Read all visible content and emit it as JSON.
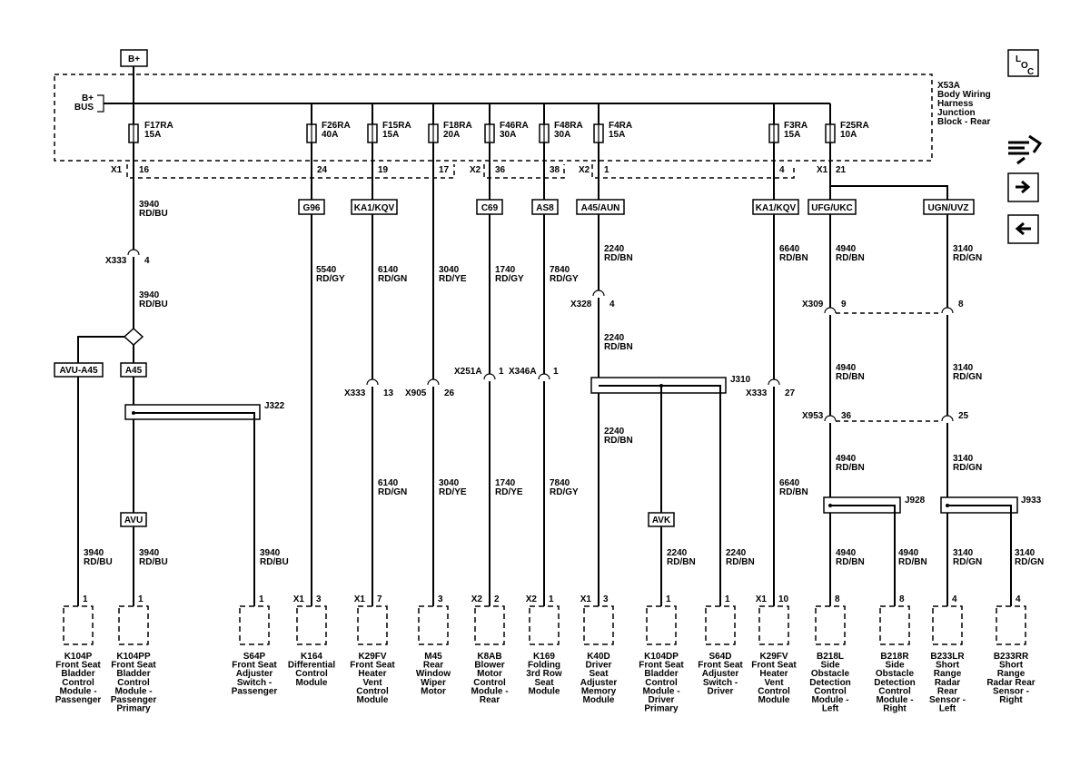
{
  "supply": "B+",
  "bus_label": [
    "B+",
    "BUS"
  ],
  "junction_block": [
    "X53A",
    "Body Wiring",
    "Harness",
    "Junction",
    "Block - Rear"
  ],
  "loc_icon": {
    "l": "L",
    "o": "O",
    "c": "C"
  },
  "nav_icons": [
    "harness-tool-icon",
    "arrow-right-icon",
    "arrow-left-icon"
  ],
  "fuses": [
    {
      "name": "F17RA",
      "amp": "15A"
    },
    {
      "name": "F26RA",
      "amp": "40A"
    },
    {
      "name": "F15RA",
      "amp": "15A"
    },
    {
      "name": "F18RA",
      "amp": "20A"
    },
    {
      "name": "F46RA",
      "amp": "30A"
    },
    {
      "name": "F48RA",
      "amp": "30A"
    },
    {
      "name": "F4RA",
      "amp": "15A"
    },
    {
      "name": "F3RA",
      "amp": "15A"
    },
    {
      "name": "F25RA",
      "amp": "10A"
    }
  ],
  "connector_pins": [
    {
      "conn": "X1",
      "pin": "16"
    },
    {
      "pin": "24"
    },
    {
      "pin": "19"
    },
    {
      "pin": "17"
    },
    {
      "conn": "X2",
      "pin": "36"
    },
    {
      "pin": "38"
    },
    {
      "conn": "X2",
      "pin": "1"
    },
    {
      "pin": "4"
    },
    {
      "conn": "X1",
      "pin": "21"
    }
  ],
  "options": [
    "G96",
    "KA1/KQV",
    "C69",
    "AS8",
    "A45/AUN",
    "KA1/KQV",
    "UFG/UKC",
    "UGN/UVZ",
    "AVU-A45",
    "A45",
    "AVU",
    "AVK"
  ],
  "inline_connectors": [
    {
      "name": "X333",
      "pin": "4"
    },
    {
      "name": "X328",
      "pin": "4"
    },
    {
      "name": "X309",
      "pin": "9"
    },
    {
      "pin": "8"
    },
    {
      "name": "X251A",
      "pin": "1"
    },
    {
      "name": "X346A",
      "pin": "1"
    },
    {
      "name": "X333",
      "pin": "13"
    },
    {
      "name": "X905",
      "pin": "26"
    },
    {
      "name": "X333",
      "pin": "27"
    },
    {
      "name": "X953",
      "pin": "36"
    },
    {
      "pin": "25"
    }
  ],
  "splices": [
    "J322",
    "J310",
    "J928",
    "J933"
  ],
  "wires": [
    {
      "circuit": "3940",
      "color": "RD/BU"
    },
    {
      "circuit": "3940",
      "color": "RD/BU"
    },
    {
      "circuit": "5540",
      "color": "RD/GY"
    },
    {
      "circuit": "6140",
      "color": "RD/GN"
    },
    {
      "circuit": "3040",
      "color": "RD/YE"
    },
    {
      "circuit": "1740",
      "color": "RD/GY"
    },
    {
      "circuit": "7840",
      "color": "RD/GY"
    },
    {
      "circuit": "2240",
      "color": "RD/BN"
    },
    {
      "circuit": "2240",
      "color": "RD/BN"
    },
    {
      "circuit": "6640",
      "color": "RD/BN"
    },
    {
      "circuit": "4940",
      "color": "RD/BN"
    },
    {
      "circuit": "3140",
      "color": "RD/GN"
    },
    {
      "circuit": "4940",
      "color": "RD/BN"
    },
    {
      "circuit": "3140",
      "color": "RD/GN"
    },
    {
      "circuit": "6140",
      "color": "RD/GN"
    },
    {
      "circuit": "3040",
      "color": "RD/YE"
    },
    {
      "circuit": "1740",
      "color": "RD/YE"
    },
    {
      "circuit": "7840",
      "color": "RD/GY"
    },
    {
      "circuit": "2240",
      "color": "RD/BN"
    },
    {
      "circuit": "6640",
      "color": "RD/BN"
    },
    {
      "circuit": "4940",
      "color": "RD/BN"
    },
    {
      "circuit": "3140",
      "color": "RD/GN"
    },
    {
      "circuit": "3940",
      "color": "RD/BU"
    },
    {
      "circuit": "3940",
      "color": "RD/BU"
    },
    {
      "circuit": "3940",
      "color": "RD/BU"
    },
    {
      "circuit": "2240",
      "color": "RD/BN"
    },
    {
      "circuit": "2240",
      "color": "RD/BN"
    },
    {
      "circuit": "4940",
      "color": "RD/BN"
    },
    {
      "circuit": "4940",
      "color": "RD/BN"
    },
    {
      "circuit": "3140",
      "color": "RD/GN"
    },
    {
      "circuit": "3140",
      "color": "RD/GN"
    }
  ],
  "components": [
    {
      "conn": "",
      "pin": "1",
      "lines": [
        "K104P",
        "Front Seat",
        "Bladder",
        "Control",
        "Module -",
        "Passenger"
      ]
    },
    {
      "conn": "",
      "pin": "1",
      "lines": [
        "K104PP",
        "Front Seat",
        "Bladder",
        "Control",
        "Module -",
        "Passenger",
        "Primary"
      ]
    },
    {
      "conn": "",
      "pin": "1",
      "lines": [
        "S64P",
        "Front Seat",
        "Adjuster",
        "Switch -",
        "Passenger"
      ]
    },
    {
      "conn": "X1",
      "pin": "3",
      "lines": [
        "K164",
        "Differential",
        "Control",
        "Module"
      ]
    },
    {
      "conn": "X1",
      "pin": "7",
      "lines": [
        "K29FV",
        "Front Seat",
        "Heater",
        "Vent",
        "Control",
        "Module"
      ]
    },
    {
      "conn": "",
      "pin": "3",
      "lines": [
        "M45",
        "Rear",
        "Window",
        "Wiper",
        "Motor"
      ]
    },
    {
      "conn": "X2",
      "pin": "2",
      "lines": [
        "K8AB",
        "Blower",
        "Motor",
        "Control",
        "Module -",
        "Rear"
      ]
    },
    {
      "conn": "X2",
      "pin": "1",
      "lines": [
        "K169",
        "Folding",
        "3rd Row",
        "Seat",
        "Module"
      ]
    },
    {
      "conn": "X1",
      "pin": "3",
      "lines": [
        "K40D",
        "Driver",
        "Seat",
        "Adjuster",
        "Memory",
        "Module"
      ]
    },
    {
      "conn": "",
      "pin": "1",
      "lines": [
        "K104DP",
        "Front Seat",
        "Bladder",
        "Control",
        "Module -",
        "Driver",
        "Primary"
      ]
    },
    {
      "conn": "",
      "pin": "1",
      "lines": [
        "S64D",
        "Front Seat",
        "Adjuster",
        "Switch -",
        "Driver"
      ]
    },
    {
      "conn": "X1",
      "pin": "10",
      "lines": [
        "K29FV",
        "Front Seat",
        "Heater",
        "Vent",
        "Control",
        "Module"
      ]
    },
    {
      "conn": "",
      "pin": "8",
      "lines": [
        "B218L",
        "Side",
        "Obstacle",
        "Detection",
        "Control",
        "Module -",
        "Left"
      ]
    },
    {
      "conn": "",
      "pin": "8",
      "lines": [
        "B218R",
        "Side",
        "Obstacle",
        "Detection",
        "Control",
        "Module -",
        "Right"
      ]
    },
    {
      "conn": "",
      "pin": "4",
      "lines": [
        "B233LR",
        "Short",
        "Range",
        "Radar",
        "Rear",
        "Sensor -",
        "Left"
      ]
    },
    {
      "conn": "",
      "pin": "4",
      "lines": [
        "B233RR",
        "Short",
        "Range",
        "Radar Rear",
        "Sensor -",
        "Right"
      ]
    }
  ]
}
